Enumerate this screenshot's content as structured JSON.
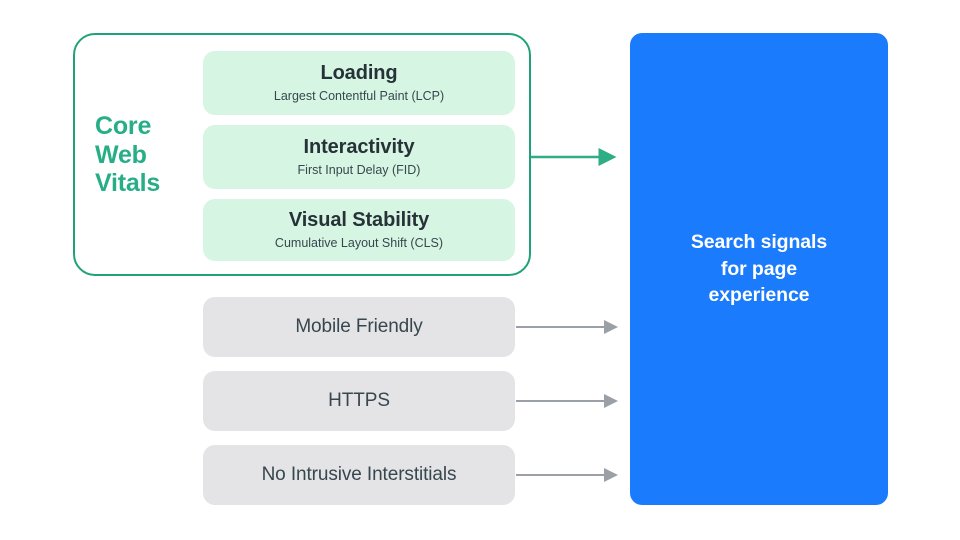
{
  "diagram": {
    "title": "Search signals for page experience",
    "background": "#ffffff",
    "colors": {
      "green_border": "#21a179",
      "green_label": "#27ae87",
      "mint_card": "#d7f5e3",
      "gray_card": "#e4e4e6",
      "blue_panel": "#1b7bfd",
      "arrow_green": "#2fae86",
      "arrow_gray": "#9aa0a6",
      "text_dark": "#263238",
      "text_white": "#ffffff"
    }
  },
  "core_web_vitals": {
    "group_label": "Core\nWeb\nVitals",
    "group_label_lines": [
      "Core",
      "Web",
      "Vitals"
    ],
    "metrics": [
      {
        "title": "Loading",
        "subtitle": "Largest Contentful Paint (LCP)"
      },
      {
        "title": "Interactivity",
        "subtitle": "First Input Delay (FID)"
      },
      {
        "title": "Visual Stability",
        "subtitle": "Cumulative Layout Shift (CLS)"
      }
    ]
  },
  "other_signals": [
    {
      "label": "Mobile Friendly"
    },
    {
      "label": "HTTPS"
    },
    {
      "label": "No Intrusive Interstitials"
    }
  ],
  "destination": {
    "text": "Search signals\nfor page\nexperience"
  },
  "connectors": [
    {
      "from": "core-web-vitals-group",
      "to": "destination",
      "color": "#2fae86",
      "style": "arrow"
    },
    {
      "from": "mobile-friendly",
      "to": "destination",
      "color": "#9aa0a6",
      "style": "arrow"
    },
    {
      "from": "https",
      "to": "destination",
      "color": "#9aa0a6",
      "style": "arrow"
    },
    {
      "from": "no-intrusive-interstitials",
      "to": "destination",
      "color": "#9aa0a6",
      "style": "arrow"
    }
  ]
}
